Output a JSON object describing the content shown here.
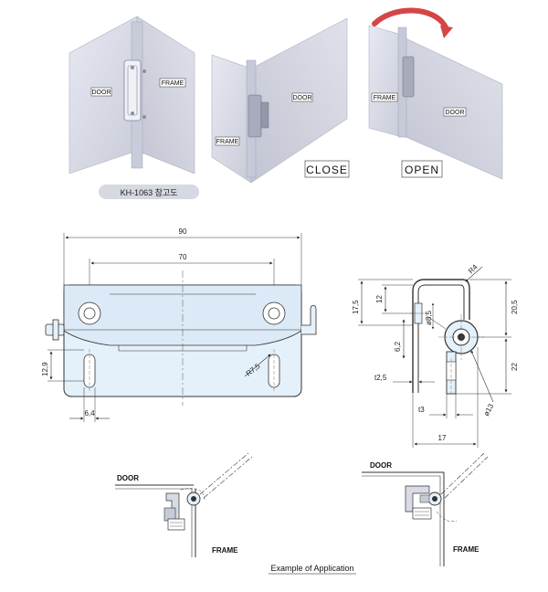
{
  "views": {
    "ref_caption": "KH-1063 참고도",
    "door": "DOOR",
    "frame": "FRAME",
    "close": "CLOSE",
    "open": "OPEN"
  },
  "front_dims": {
    "overall_width": "90",
    "hole_spacing": "70",
    "slot_height": "12,9",
    "slot_width": "6,4",
    "radius": "R7,5"
  },
  "side_dims": {
    "top_radius": "R4",
    "height_17_5": "17,5",
    "height_12": "12",
    "height_20_5": "20,5",
    "pin_dia": "ø8,5",
    "offset_6_2": "6,2",
    "thickness": "t2,5",
    "height_22": "22",
    "t3": "t3",
    "barrel_dia": "ø13",
    "width_17": "17"
  },
  "application": {
    "door": "DOOR",
    "frame": "FRAME",
    "caption": "Example of Application"
  }
}
